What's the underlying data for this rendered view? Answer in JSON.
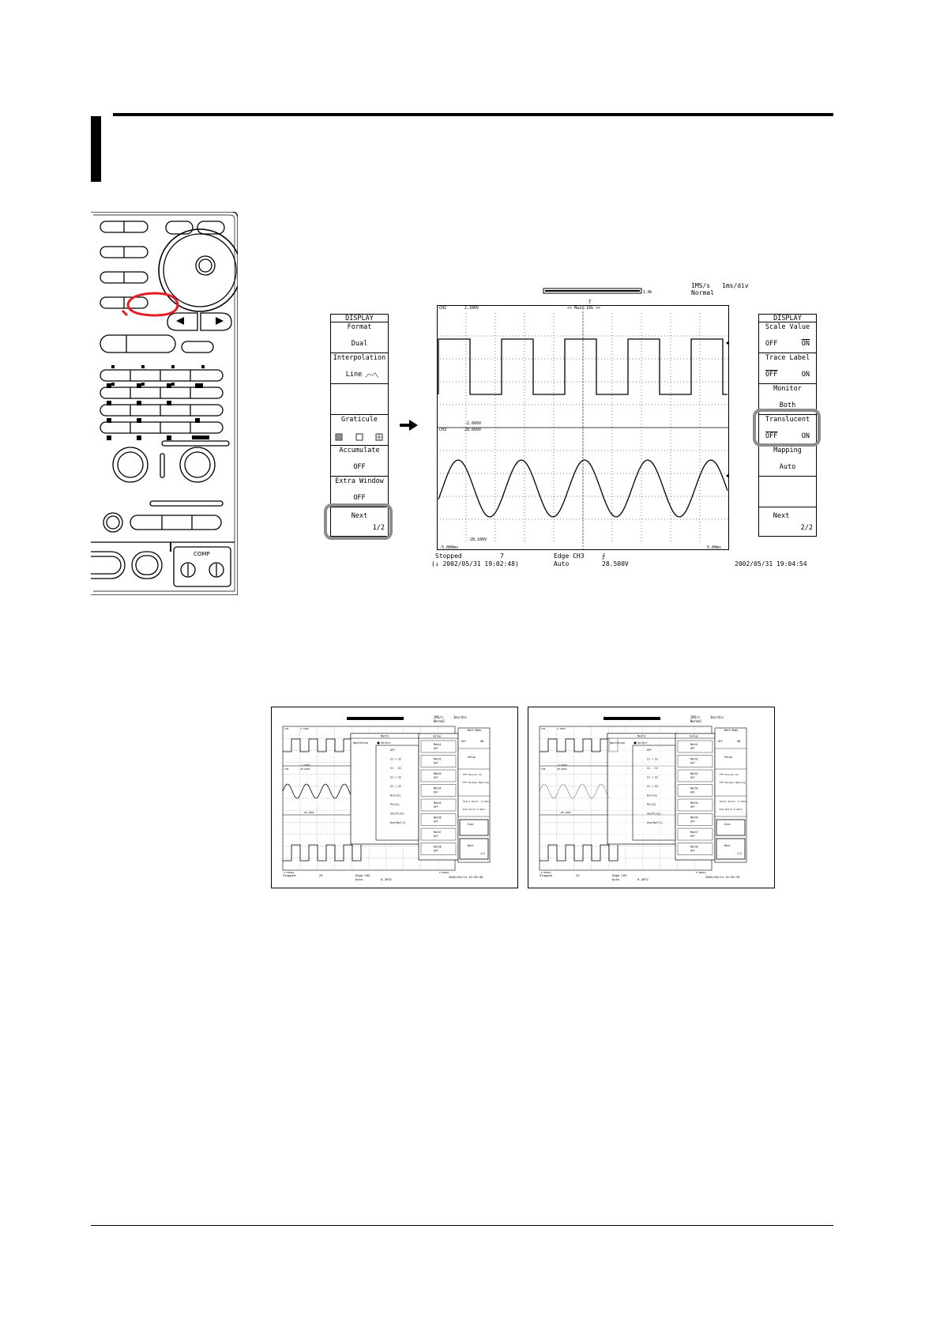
{
  "icons": {
    "arrow": "right-arrow-icon",
    "knob": "rotary-knob-icon"
  },
  "left_menu": {
    "title": "DISPLAY",
    "items": [
      {
        "label": "Format",
        "value": "Dual"
      },
      {
        "label": "Interpolation",
        "value": "Line"
      },
      {
        "label": "",
        "value": ""
      },
      {
        "label": "Graticule",
        "value": ""
      },
      {
        "label": "Accumulate",
        "value": "OFF"
      },
      {
        "label": "Extra Window",
        "value": "OFF"
      },
      {
        "label": "Next",
        "value": "1/2"
      }
    ]
  },
  "right_menu": {
    "title": "DISPLAY",
    "items": [
      {
        "label": "Scale Value",
        "off": "OFF",
        "on": "ON"
      },
      {
        "label": "Trace Label",
        "off": "OFF",
        "on": "ON"
      },
      {
        "label": "Monitor",
        "value": "Both"
      },
      {
        "label": "Translucent",
        "off": "OFF",
        "on": "ON"
      },
      {
        "label": "Mapping",
        "value": "Auto"
      },
      {
        "label": "",
        "value": ""
      },
      {
        "label": "Next",
        "value": "2/2"
      }
    ]
  },
  "scope": {
    "sample_rate": "1MS/s",
    "time_div": "1ms/div",
    "acq_mode": "Normal",
    "zoom_label": "<< Main:10k >>",
    "ch_top": "CH2",
    "ch_top_value": "2.340V",
    "ch_top_low": "-2.660V",
    "ch_bottom": "CH3",
    "ch_bottom_value": "28.660V",
    "ch_bottom_low": "-28.100V",
    "x_start": "-5.000ms",
    "x_end": "5.00ms",
    "status": "Stopped",
    "count": "7",
    "trigger": "Edge CH3",
    "trigger_mode": "Auto",
    "trigger_level": "28.500V",
    "start_time": "(↓ 2002/05/31 19:02:48)",
    "now_time": "2002/05/31 19:04:54"
  },
  "thumbs": [
    {
      "sample_rate": "1MS/s",
      "time_div": "1ms/div",
      "acq_mode": "Normal",
      "ch1": "CH1",
      "ch1_value": "2.340V",
      "ch2": "CH2",
      "ch2_value": "-2.660V",
      "ch2_value2": "28.660V",
      "ch3_low": "-28.100V",
      "math_title": "Math1",
      "setup_title": "Setup",
      "operation": "Operation",
      "select": "Select",
      "ops": [
        "OFF",
        "S1 + S2",
        "S1 - S2",
        "S1 × S2",
        "S1 / S2",
        "Bin(S1)",
        "PS(S1)",
        "Shift(S1)",
        "UserDef(1)"
      ],
      "math_list": [
        {
          "name": "Math1",
          "state": "OFF"
        },
        {
          "name": "Math2",
          "state": "OFF"
        },
        {
          "name": "Math3",
          "state": "OFF"
        },
        {
          "name": "Math4",
          "state": "OFF"
        },
        {
          "name": "Math5",
          "state": "OFF"
        },
        {
          "name": "Math6",
          "state": "OFF"
        },
        {
          "name": "Math7",
          "state": "OFF"
        },
        {
          "name": "Math8",
          "state": "OFF"
        }
      ],
      "soft": [
        "Math Mode",
        "OFF",
        "ON",
        "Setup",
        "FFT Points 1k",
        "FFT Window Hanning",
        "Start Point -5.0div",
        "End Point 5.0div",
        "Exec",
        "Next",
        "1/2"
      ],
      "x_start": "-5.000ms",
      "x_end": "5.000ms",
      "status": "Stopped",
      "count": "23",
      "trigger": "Edge CH3",
      "trigger_mode": "Auto",
      "level": "8.367V",
      "time": "2002/05/14 15:59:58"
    },
    {
      "sample_rate": "1MS/s",
      "time_div": "1ms/div",
      "acq_mode": "Normal",
      "ch1": "CH1",
      "ch1_value": "2.340V",
      "ch2": "CH2",
      "ch2_value": "-2.660V",
      "ch2_value2": "28.660V",
      "ch3_low": "-28.100V",
      "math_title": "Math1",
      "setup_title": "Setup",
      "operation": "Operation",
      "select": "Select",
      "ops": [
        "OFF",
        "S1 + S2",
        "S1 - S2",
        "S1 × S2",
        "S1 / S2",
        "Bin(S1)",
        "PS(S1)",
        "Shift(S1)",
        "UserDef(1)"
      ],
      "math_list": [
        {
          "name": "Math1",
          "state": "OFF"
        },
        {
          "name": "Math2",
          "state": "OFF"
        },
        {
          "name": "Math3",
          "state": "OFF"
        },
        {
          "name": "Math4",
          "state": "OFF"
        },
        {
          "name": "Math5",
          "state": "OFF"
        },
        {
          "name": "Math6",
          "state": "OFF"
        },
        {
          "name": "Math7",
          "state": "OFF"
        },
        {
          "name": "Math8",
          "state": "OFF"
        }
      ],
      "soft": [
        "Math Mode",
        "OFF",
        "ON",
        "Setup",
        "FFT Points 1k",
        "FFT Window Hanning",
        "Start Point -5.0div",
        "End Point 5.0div",
        "Exec",
        "Next",
        "1/2"
      ],
      "x_start": "-5.000ms",
      "x_end": "5.000ms",
      "status": "Stopped",
      "count": "23",
      "trigger": "Edge CH3",
      "trigger_mode": "Auto",
      "level": "8.367V",
      "time": "2002/05/14 15:59:33"
    }
  ],
  "panel": {
    "comp_label": "COMP"
  }
}
